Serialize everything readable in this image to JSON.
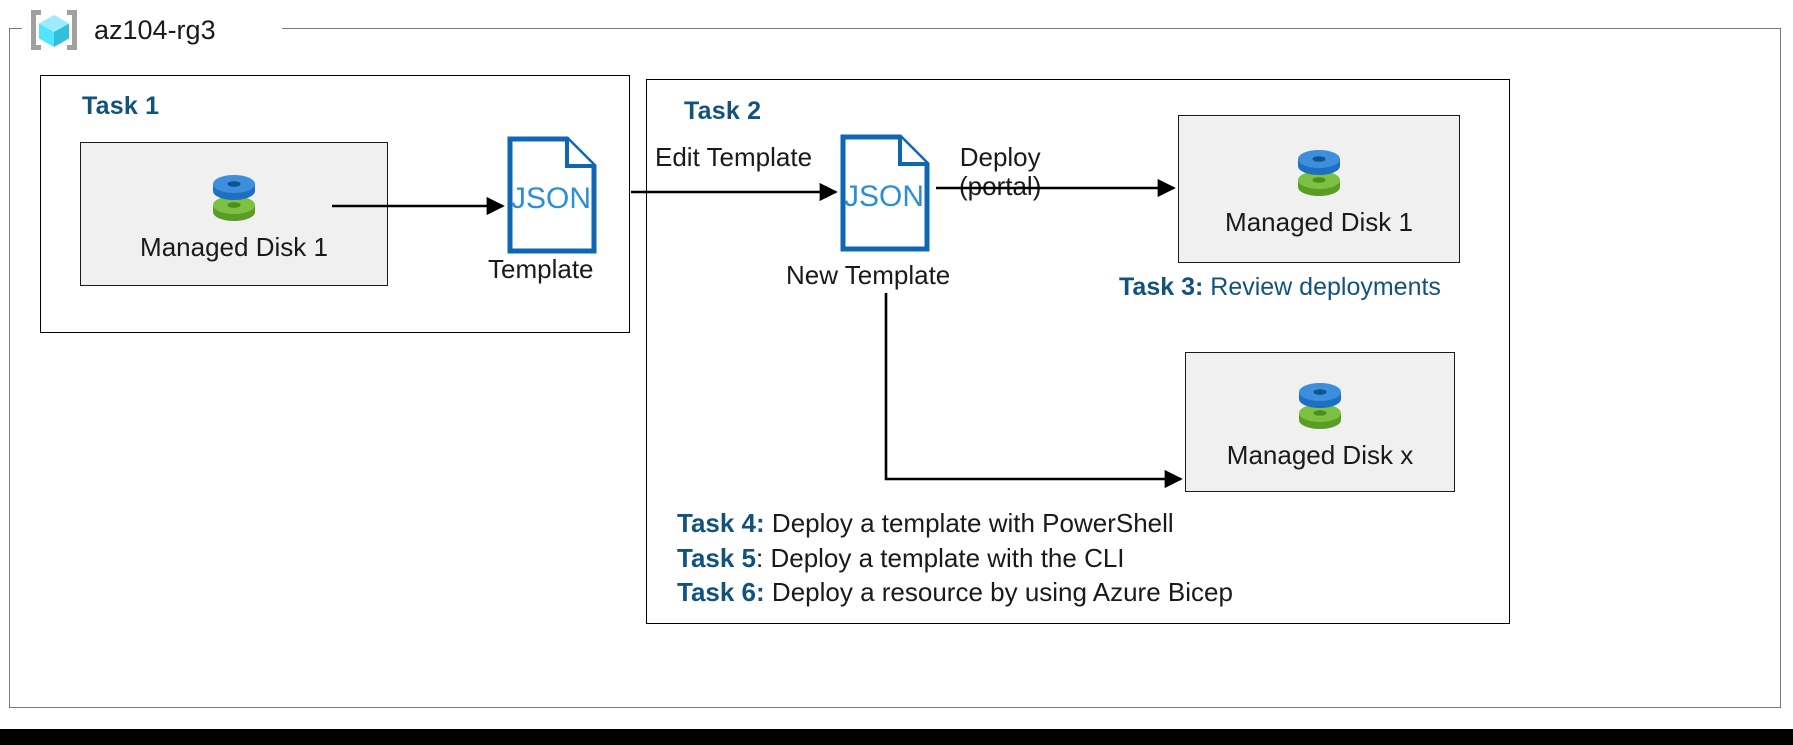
{
  "resource_group": {
    "name": "az104-rg3",
    "icon": "azure-resource-group-icon"
  },
  "colors": {
    "accent_blue": "#12537e",
    "json_blue": "#0f66b5",
    "disk_top": "#3e8ede",
    "disk_bottom": "#6cb22e",
    "resource_fill": "#f0f0f0",
    "frame_stroke": "#000000",
    "container_stroke": "#7a7a7a",
    "cube_cyan": "#50e6ff",
    "bracket_gray": "#a0a0a0"
  },
  "task1": {
    "heading": "Task 1",
    "disk": {
      "label": "Managed Disk 1",
      "icon": "managed-disk-icon"
    },
    "template": {
      "doc_text": "JSON",
      "caption": "Template",
      "icon": "json-document-icon"
    },
    "arrow_to_template": "export-arrow"
  },
  "task2": {
    "heading": "Task 2",
    "edit_arrow_label": "Edit Template",
    "new_template": {
      "doc_text": "JSON",
      "caption": "New Template",
      "icon": "json-document-icon"
    },
    "deploy_arrow_label_line1": "Deploy",
    "deploy_arrow_label_line2": "(portal)",
    "deployed_disk_portal": {
      "label": "Managed Disk 1",
      "icon": "managed-disk-icon"
    },
    "deployed_disk_other": {
      "label": "Managed Disk x",
      "icon": "managed-disk-icon"
    }
  },
  "task3": {
    "tag": "Task 3:",
    "description": " Review deployments"
  },
  "task_list": [
    {
      "tag": "Task 4:",
      "description": " Deploy a template with PowerShell"
    },
    {
      "tag": "Task 5",
      "description": ": Deploy a template with the CLI"
    },
    {
      "tag": "Task 6:",
      "description": " Deploy a resource by using Azure Bicep"
    }
  ]
}
